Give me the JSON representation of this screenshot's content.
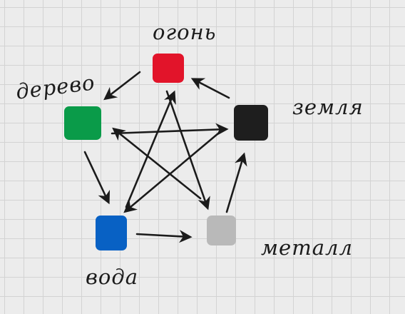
{
  "elements": [
    {
      "id": "fire",
      "label": "огонь",
      "color": "#e2142a"
    },
    {
      "id": "wood",
      "label": "дерево",
      "color": "#0a9b49"
    },
    {
      "id": "earth",
      "label": "земля",
      "color": "#1e1e1e"
    },
    {
      "id": "metal",
      "label": "металл",
      "color": "#b9b9b9"
    },
    {
      "id": "water",
      "label": "вода",
      "color": "#0861c4"
    }
  ],
  "generating_cycle": [
    {
      "from": "wood",
      "to": "fire"
    },
    {
      "from": "fire",
      "to": "earth"
    },
    {
      "from": "earth",
      "to": "metal"
    },
    {
      "from": "metal",
      "to": "water"
    },
    {
      "from": "water",
      "to": "wood"
    }
  ],
  "controlling_cycle": [
    {
      "from": "wood",
      "to": "earth"
    },
    {
      "from": "earth",
      "to": "water"
    },
    {
      "from": "water",
      "to": "fire"
    },
    {
      "from": "fire",
      "to": "metal"
    },
    {
      "from": "metal",
      "to": "wood"
    }
  ],
  "stroke_color": "#1b1b1b"
}
